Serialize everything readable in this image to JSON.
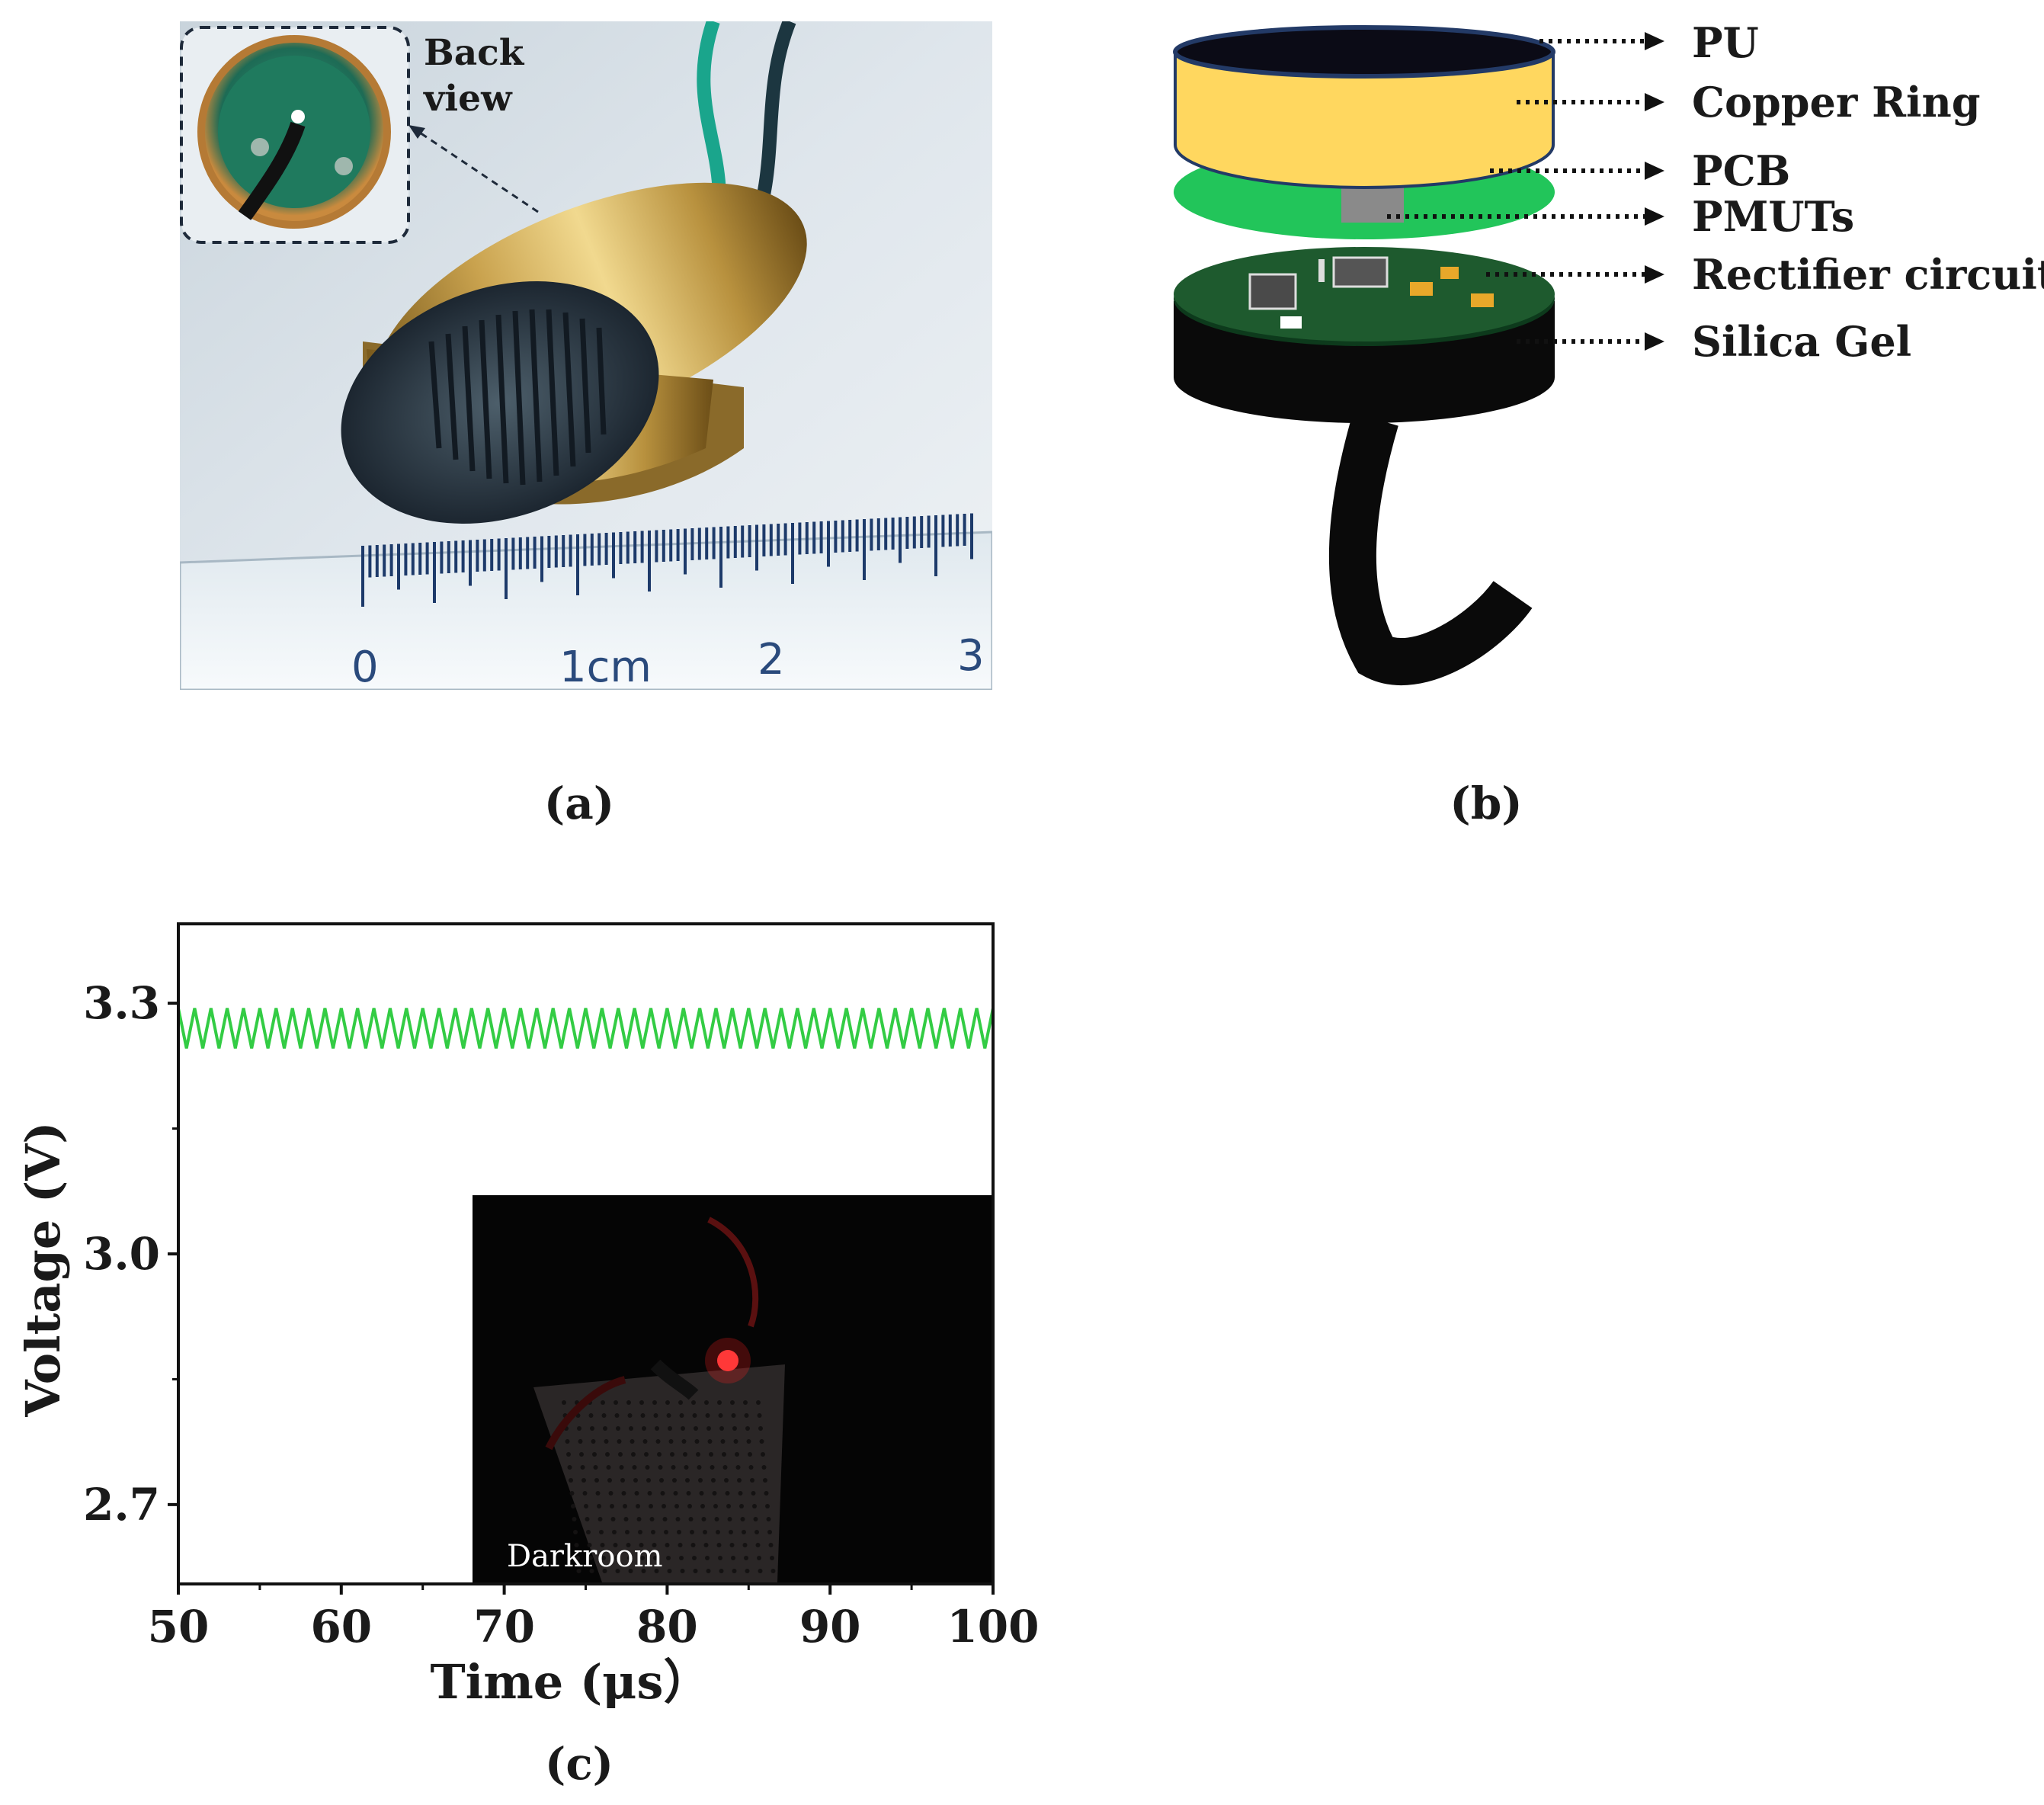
{
  "panels": {
    "a": {
      "caption": "(a)",
      "inset_label_line1": "Back",
      "inset_label_line2": "view",
      "ruler_labels": [
        "0",
        "1cm",
        "2",
        "3"
      ]
    },
    "b": {
      "caption": "(b)",
      "layers": [
        "PU",
        "Copper Ring",
        "PCB",
        "PMUTs",
        "Rectifier circuit",
        "Silica Gel"
      ]
    },
    "c": {
      "caption": "(c)",
      "inset_label": "Darkroom"
    }
  },
  "colors": {
    "copper_ring": "#ffd75f",
    "pcb": "#22c55a",
    "signal": "#33cc44",
    "pmut": "#8a8a8a",
    "silica": "#0a0a0a"
  },
  "chart_data": {
    "type": "line",
    "xlabel": "Time (μs）",
    "ylabel": "Voltage (V)",
    "xlim": [
      50,
      100
    ],
    "ylim": [
      2.605,
      3.395
    ],
    "xticks": [
      "50",
      "60",
      "70",
      "80",
      "90",
      "100"
    ],
    "yticks": [
      "2.7",
      "3.0",
      "3.3"
    ],
    "series": [
      {
        "mean": 3.27,
        "amplitude": 0.024,
        "period": 1.0,
        "x_range": [
          50,
          100
        ]
      }
    ]
  }
}
